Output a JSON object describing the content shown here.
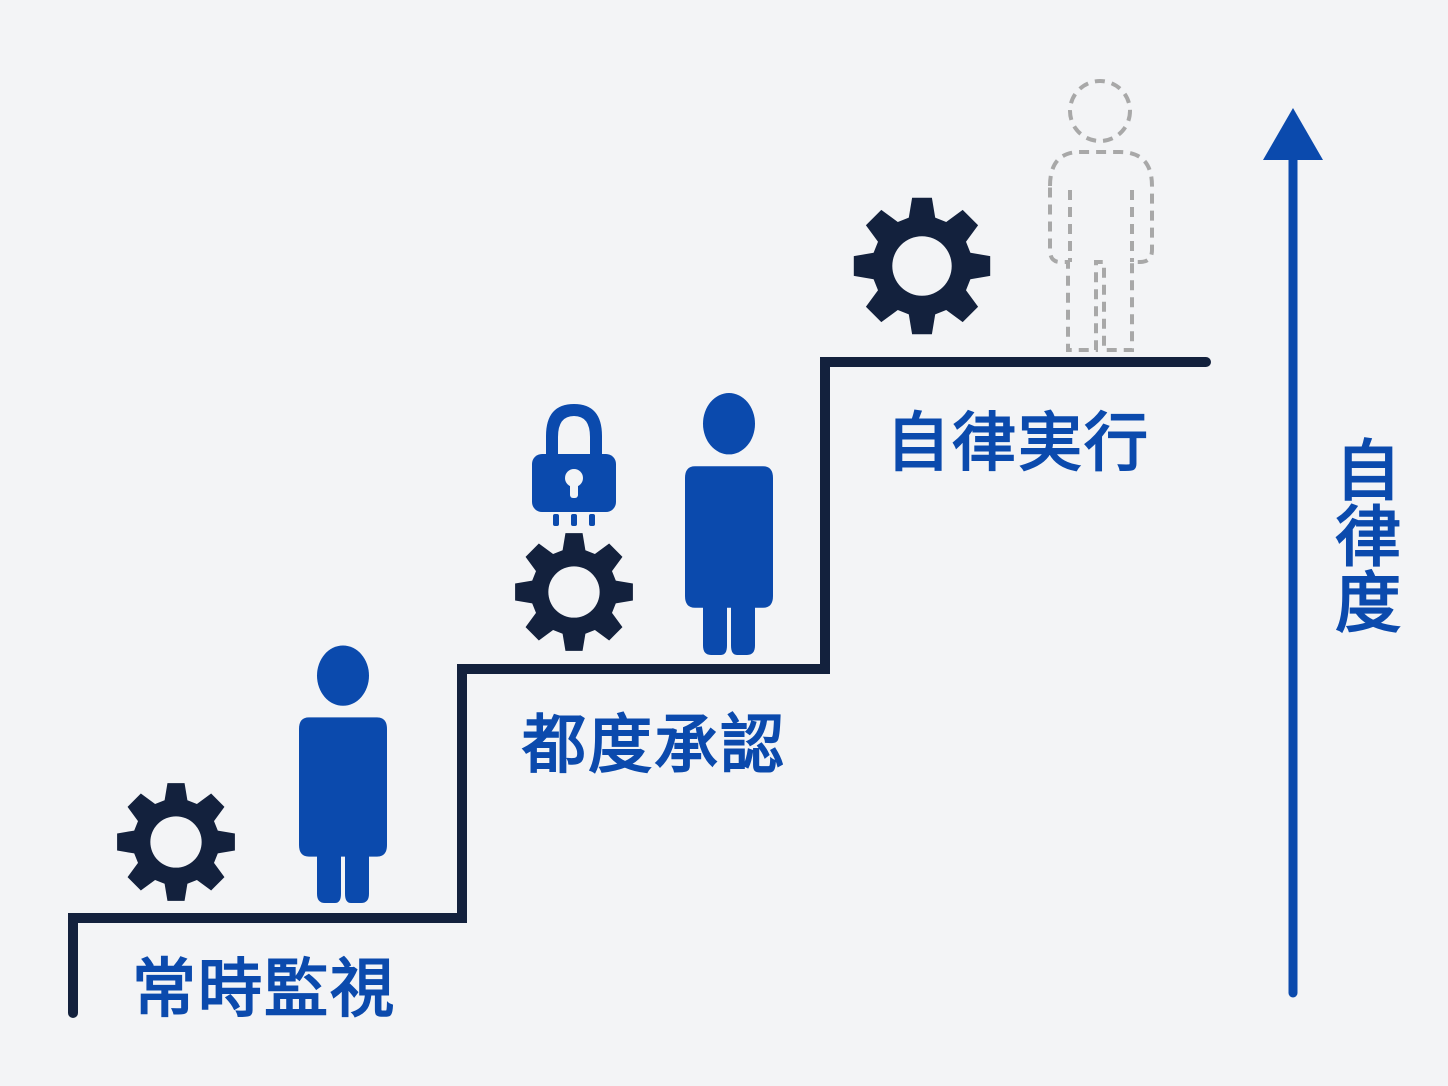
{
  "colors": {
    "background": "#f3f4f6",
    "blue": "#0b4aad",
    "navy": "#13213d",
    "ghost": "#a8a8a8"
  },
  "stages": [
    {
      "label": "常時監視",
      "icons": [
        "gear-icon",
        "person-icon"
      ]
    },
    {
      "label": "都度承認",
      "icons": [
        "lock-icon",
        "gear-icon",
        "person-icon"
      ]
    },
    {
      "label": "自律実行",
      "icons": [
        "gear-icon",
        "ghost-person-icon"
      ]
    }
  ],
  "axis": {
    "label": "自律度",
    "icon": "up-arrow-icon"
  }
}
